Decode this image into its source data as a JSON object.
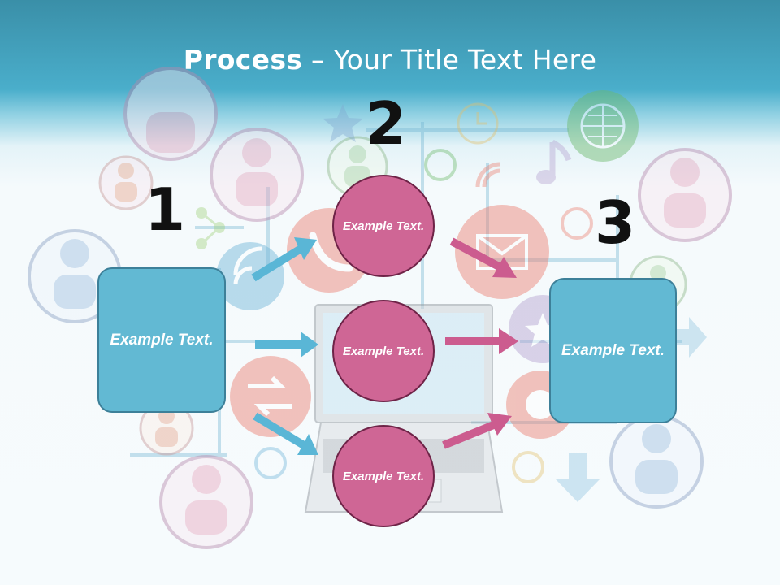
{
  "title": {
    "bold": "Process",
    "rest": " – Your Title Text Here"
  },
  "steps": [
    {
      "number": "1",
      "label": "Example Text."
    },
    {
      "number": "2",
      "label": "Example Text."
    },
    {
      "number": "3",
      "label": "Example Text."
    }
  ],
  "circles": [
    {
      "label": "Example Text."
    },
    {
      "label": "Example Text."
    },
    {
      "label": "Example Text."
    }
  ],
  "colors": {
    "blue_box": "#62b9d3",
    "pink_circle": "#cf6695",
    "blue_arrow": "#5ab6d6",
    "pink_arrow": "#cc5c8f"
  },
  "background_icons": [
    "user-icon",
    "wifi-icon",
    "phone-icon",
    "mail-icon",
    "globe-icon",
    "music-icon",
    "at-sign-icon",
    "rss-icon",
    "star-icon",
    "clock-icon",
    "laptop-icon",
    "share-icon",
    "bird-icon",
    "download-arrow-icon",
    "swap-arrows-icon"
  ]
}
